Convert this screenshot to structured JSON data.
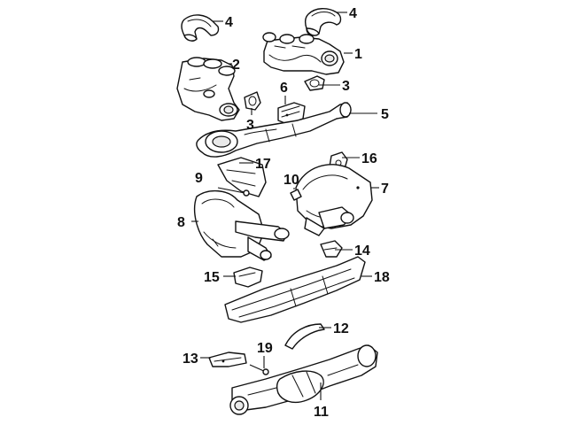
{
  "callouts": [
    {
      "id": "c4a",
      "text": "4"
    },
    {
      "id": "c4b",
      "text": "4"
    },
    {
      "id": "c1",
      "text": "1"
    },
    {
      "id": "c2",
      "text": "2"
    },
    {
      "id": "c3a",
      "text": "3"
    },
    {
      "id": "c3b",
      "text": "3"
    },
    {
      "id": "c6",
      "text": "6"
    },
    {
      "id": "c5",
      "text": "5"
    },
    {
      "id": "c16",
      "text": "16"
    },
    {
      "id": "c17",
      "text": "17"
    },
    {
      "id": "c7",
      "text": "7"
    },
    {
      "id": "c9",
      "text": "9"
    },
    {
      "id": "c10",
      "text": "10"
    },
    {
      "id": "c8",
      "text": "8"
    },
    {
      "id": "c14",
      "text": "14"
    },
    {
      "id": "c15",
      "text": "15"
    },
    {
      "id": "c18",
      "text": "18"
    },
    {
      "id": "c12",
      "text": "12"
    },
    {
      "id": "c13",
      "text": "13"
    },
    {
      "id": "c19",
      "text": "19"
    },
    {
      "id": "c11",
      "text": "11"
    }
  ]
}
